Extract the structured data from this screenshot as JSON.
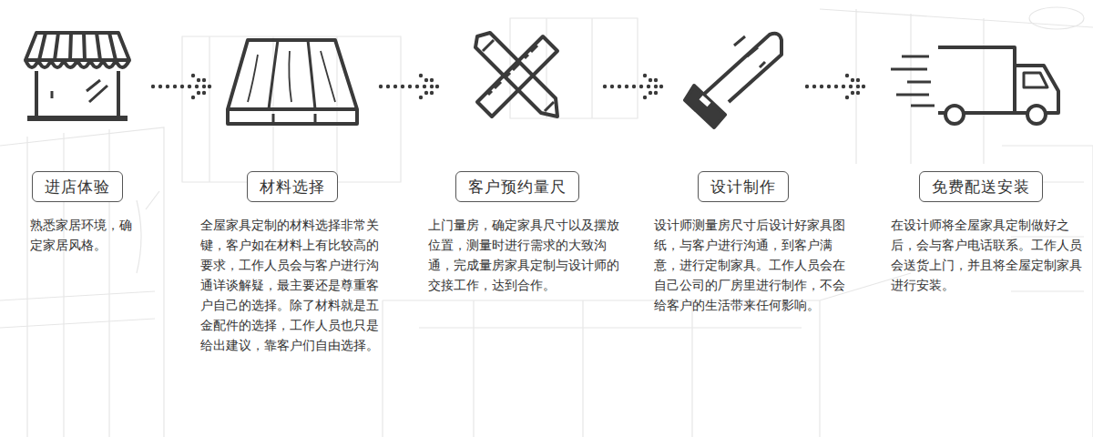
{
  "diagram": {
    "nodes": [
      {
        "text": [
          "进店体验"
        ]
      },
      {
        "text": [
          "材料选择"
        ]
      },
      {
        "text": [
          "客户预约量尺"
        ]
      },
      {
        "text": [
          "设计制作"
        ]
      },
      {
        "text": [
          "免费配送安装"
        ]
      }
    ],
    "labels": [
      "熟悉家居环境，确定家居风格。",
      "全屋家具定制的材料选择非常关键，客户如在材料上有比较高的要求，工作人员会与客户进行沟通详谈解疑，最主要还是尊重客户自己的选择。除了材料就是五金配件的选择，工作人员也只是给出建议，靠客户们自由选择。",
      "上门量房，确定家具尺寸以及摆放位置，测量时进行需求的大致沟通，完成量房家具定制与设计师的交接工作，达到合作。",
      "设计师测量房尺寸后设计好家具图纸，与客户进行沟通，到客户满意，进行定制家具。工作人员会在自己公司的厂房里进行制作，不会给客户的生活带来任何影响。",
      "在设计师将全屋家具定制做好之后，会与客户电话联系。工作人员会送货上门，并且将全屋定制家具进行安装。"
    ]
  }
}
